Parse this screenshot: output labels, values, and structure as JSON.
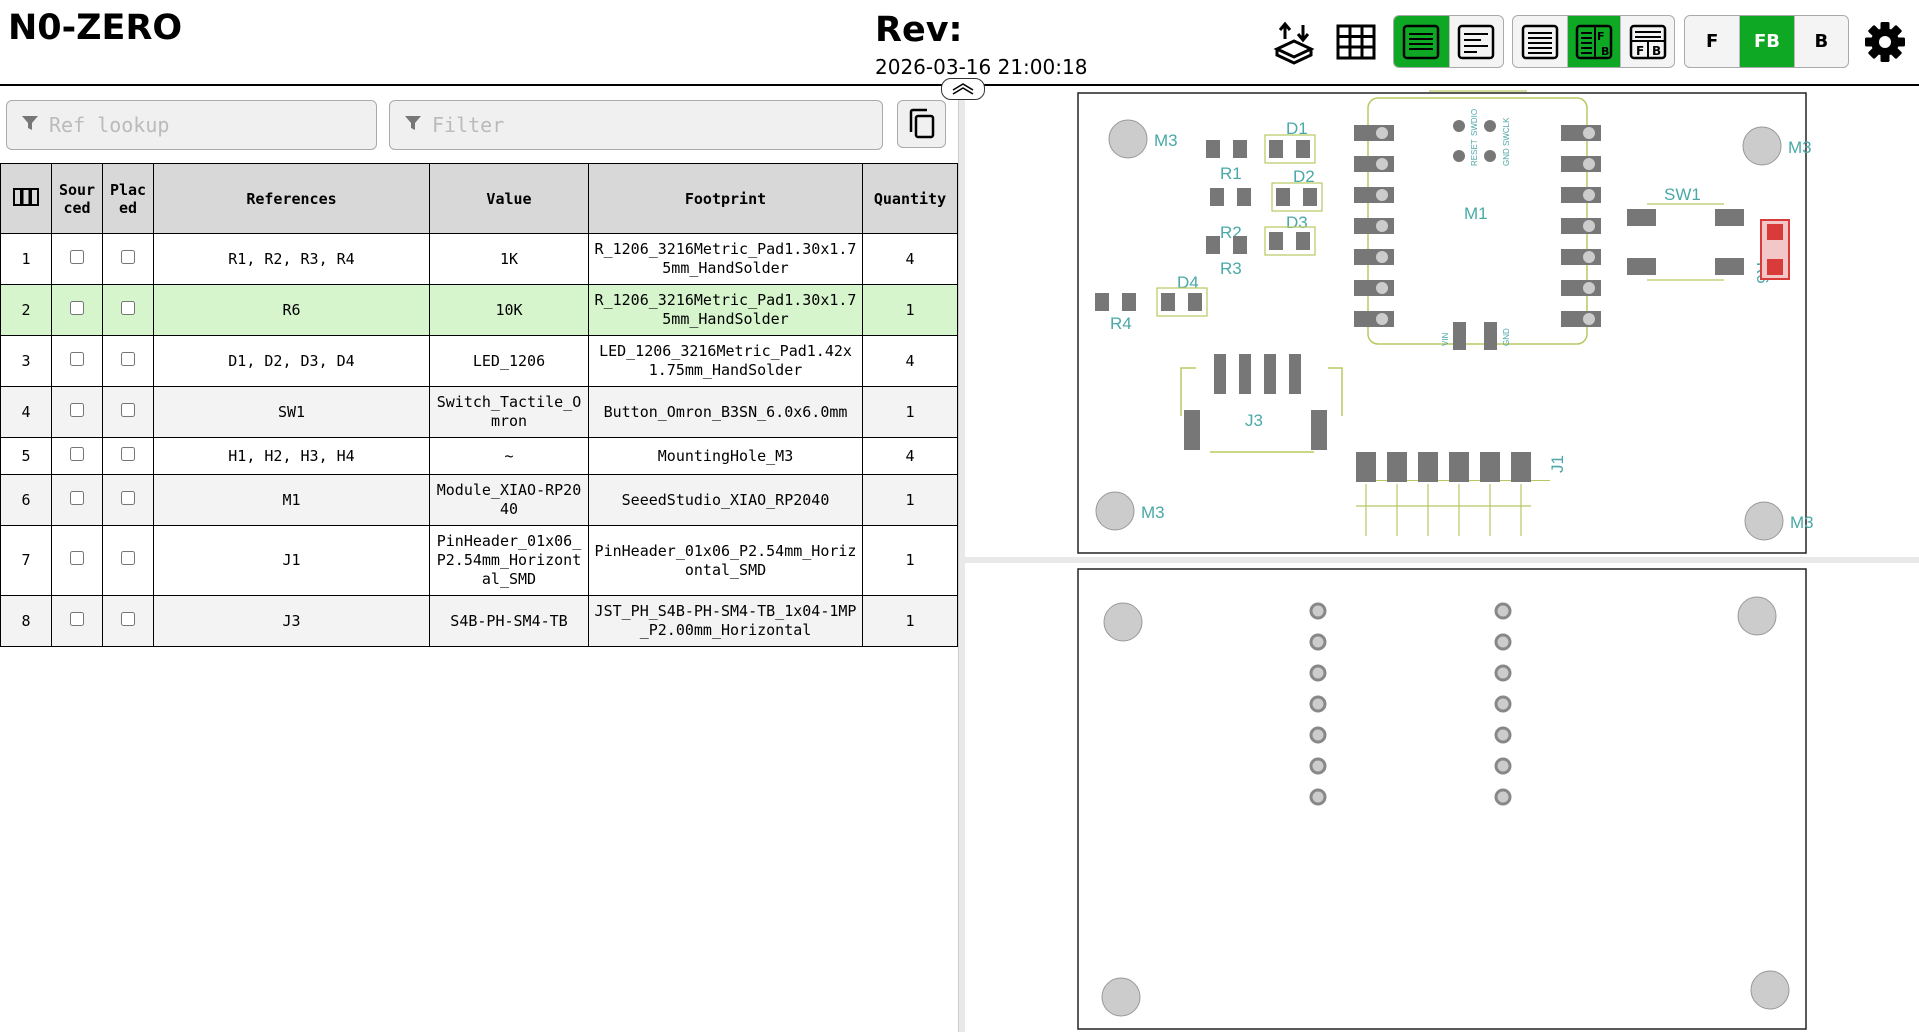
{
  "header": {
    "title": "N0-ZERO",
    "rev_label": "Rev:",
    "date": "2026-03-16 21:00:18"
  },
  "toolbar": {
    "layer_buttons": [
      "F",
      "FB",
      "B"
    ],
    "active_layer": "FB",
    "accent_color": "#0fa824",
    "icons": [
      "dnp-icon",
      "bom-grid-icon",
      "bom-left-right-icon",
      "bom-top-bottom-icon",
      "bom-only-icon",
      "bom-left-right-fb-icon",
      "bom-top-bottom-fb-icon",
      "settings-gear-icon"
    ]
  },
  "filters": {
    "ref_lookup_placeholder": "Ref lookup",
    "filter_placeholder": "Filter"
  },
  "bom": {
    "columns": {
      "sourced": "Sour ced",
      "placed": "Plac ed",
      "references": "References",
      "value": "Value",
      "footprint": "Footprint",
      "quantity": "Quantity"
    },
    "rows": [
      {
        "n": "1",
        "references": "R1, R2, R3, R4",
        "value": "1K",
        "footprint": "R_1206_3216Metric_Pad1.30x1.75mm_HandSolder",
        "quantity": "4"
      },
      {
        "n": "2",
        "references": "R6",
        "value": "10K",
        "footprint": "R_1206_3216Metric_Pad1.30x1.75mm_HandSolder",
        "quantity": "1"
      },
      {
        "n": "3",
        "references": "D1, D2, D3, D4",
        "value": "LED_1206",
        "footprint": "LED_1206_3216Metric_Pad1.42x1.75mm_HandSolder",
        "quantity": "4"
      },
      {
        "n": "4",
        "references": "SW1",
        "value": "Switch_Tactile_Omron",
        "footprint": "Button_Omron_B3SN_6.0x6.0mm",
        "quantity": "1"
      },
      {
        "n": "5",
        "references": "H1, H2, H3, H4",
        "value": "~",
        "footprint": "MountingHole_M3",
        "quantity": "4"
      },
      {
        "n": "6",
        "references": "M1",
        "value": "Module_XIAO-RP2040",
        "footprint": "SeeedStudio_XIAO_RP2040",
        "quantity": "1"
      },
      {
        "n": "7",
        "references": "J1",
        "value": "PinHeader_01x06_P2.54mm_Horizontal_SMD",
        "footprint": "PinHeader_01x06_P2.54mm_Horizontal_SMD",
        "quantity": "1"
      },
      {
        "n": "8",
        "references": "J3",
        "value": "S4B-PH-SM4-TB",
        "footprint": "JST_PH_S4B-PH-SM4-TB_1x04-1MP_P2.00mm_Horizontal",
        "quantity": "1"
      }
    ],
    "highlight_color": "#d6f5cc"
  },
  "pcb_front": {
    "labels": {
      "m3": "M3",
      "d1": "D1",
      "d2": "D2",
      "d3": "D3",
      "d4": "D4",
      "r1": "R1",
      "r2": "R2",
      "r3": "R3",
      "r4": "R4",
      "r6": "R6",
      "m1": "M1",
      "sw1": "SW1",
      "j3": "J3",
      "j1": "J1",
      "reset": "RESET",
      "swdio": "SWDIO",
      "gnd": "GND",
      "swclk": "SWCLK",
      "vin": "VIN"
    },
    "silk_color": "#4aa8a8",
    "pad_color": "#777777",
    "highlight_color": "#d93a3a"
  }
}
